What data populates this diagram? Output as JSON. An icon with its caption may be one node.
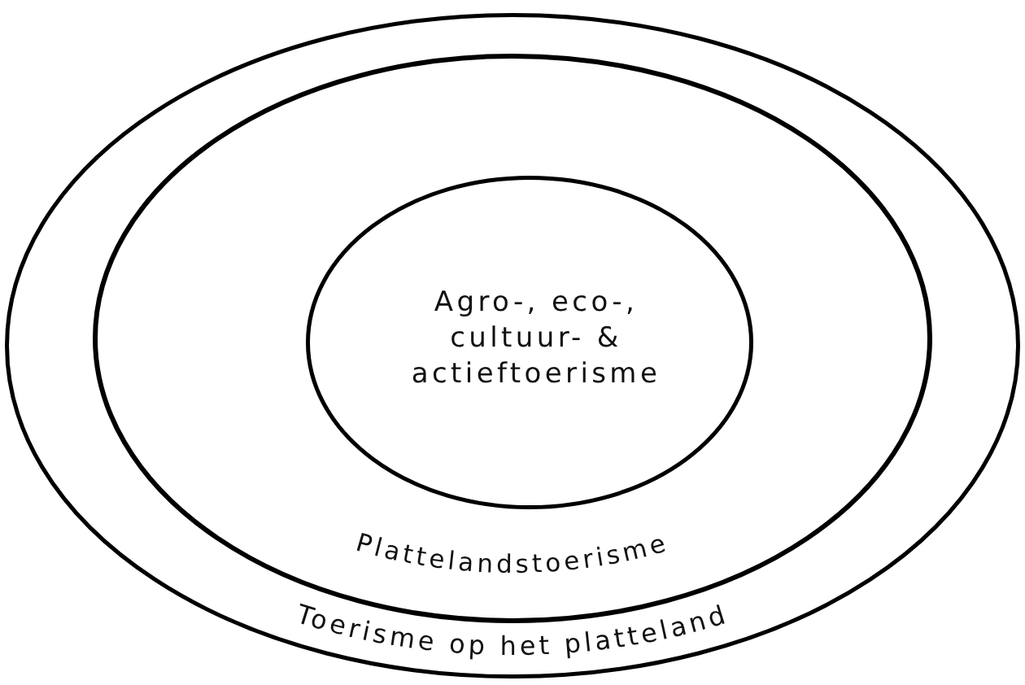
{
  "diagram": {
    "nodes": [
      {
        "text": [
          "Toerisme op het platteland"
        ]
      },
      {
        "text": [
          "Plattelandstoerisme"
        ],
        "in": 0
      },
      {
        "text": [
          "Agro-, eco-, cultuur- & actieftoerisme"
        ],
        "in": 1
      }
    ]
  }
}
